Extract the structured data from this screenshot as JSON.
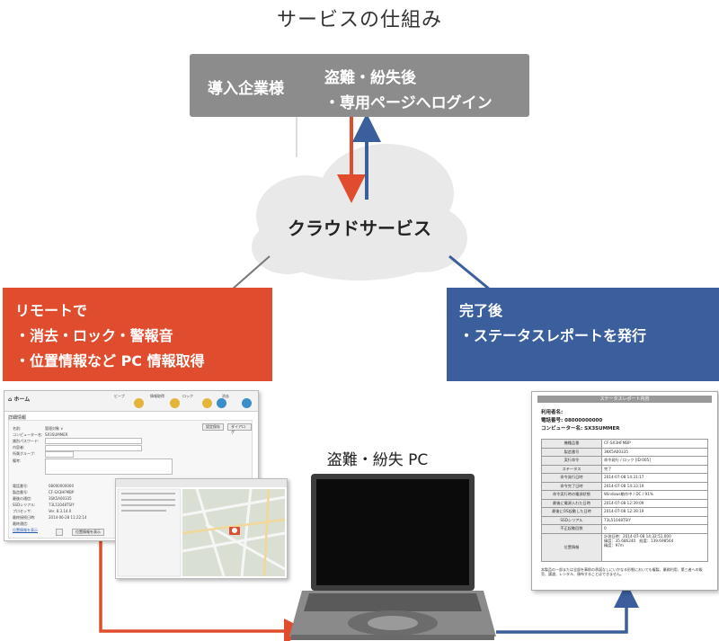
{
  "title": "サービスの仕組み",
  "company": {
    "who": "導入企業様",
    "line1": "盗難・紛失後",
    "line2": "・専用ページへログイン"
  },
  "cloud": {
    "label": "クラウドサービス"
  },
  "remote": {
    "line1": "リモートで",
    "line2": "・消去・ロック・警報音",
    "line3": "・位置情報など PC 情報取得"
  },
  "done": {
    "line1": "完了後",
    "line2": "・ステータスレポートを発行"
  },
  "pc": {
    "label": "盗難・紛失 PC"
  },
  "admin": {
    "home": "ホーム",
    "nav": [
      "ビープ",
      "情報取得",
      "ロック",
      "",
      "消去"
    ],
    "section": "詳細情報",
    "fields": [
      "名前:",
      "コンピューター名:",
      "識別パスワード:",
      "内容者:",
      "所属グループ:",
      "備考:"
    ],
    "values": [
      "管理対象 ∨",
      "SX3SUMMER",
      "0800000000"
    ],
    "details_labels": [
      "電話番号:",
      "製造番号:",
      "最後の通信:",
      "SSDシリアル:",
      "プロセッサ:",
      "最終接続日時:",
      "最終通信:"
    ],
    "details_values": [
      "08000000000",
      "CF-SX3HFMBP",
      "3SK5A00335",
      "73L51048TSIY",
      "Ver. 8.3.14.0",
      "2014-06-28 11:22:14"
    ],
    "link": "位置情報を表示",
    "buttons": [
      "設定保存",
      "ダイアログ"
    ],
    "location_button": "位置情報を表示"
  },
  "report": {
    "title": "ステータスレポート内容",
    "user": "利用者名:",
    "phone": "電話番号: 08000000000",
    "computer": "コンピューター名: SX3SUMMER",
    "rows": [
      [
        "機種品番",
        "CF-SX3HFMBP"
      ],
      [
        "製造番号",
        "3KK5A00335"
      ],
      [
        "実行命令",
        "命令発行 / ロック [ID:005]"
      ],
      [
        "ステータス",
        "完了"
      ],
      [
        "命令発行日時",
        "2014-07-08 14:31:17"
      ],
      [
        "命令完了日時",
        "2014-07-08 14:33:19"
      ],
      [
        "命令実行時の電源状態",
        "Windows動作中 / DC / 91%"
      ],
      [
        "最後に電源入れた日時",
        "2014-07-08 12:39:09"
      ],
      [
        "最後にOS起動した日時",
        "2014-07-08 12:39:19"
      ],
      [
        "SSDシリアル",
        "73L51048TSIY"
      ],
      [
        "不正起動回数",
        "0"
      ]
    ],
    "location_label": "位置情報",
    "location_lines": [
      "計測日時：2014-07-08 14:32:51.000",
      "緯度：35.686240　経度：139.698564",
      "精度：97m"
    ],
    "note": "本製品の一部または全部を事前の承諾なしにいかなる形態においても複製、業務利用、第三者への販売、譲渡、レンタル、頒布することはできません。"
  },
  "colors": {
    "orange": "#e04d2e",
    "blue": "#3a5f9c",
    "gray": "#8c8c8c"
  }
}
